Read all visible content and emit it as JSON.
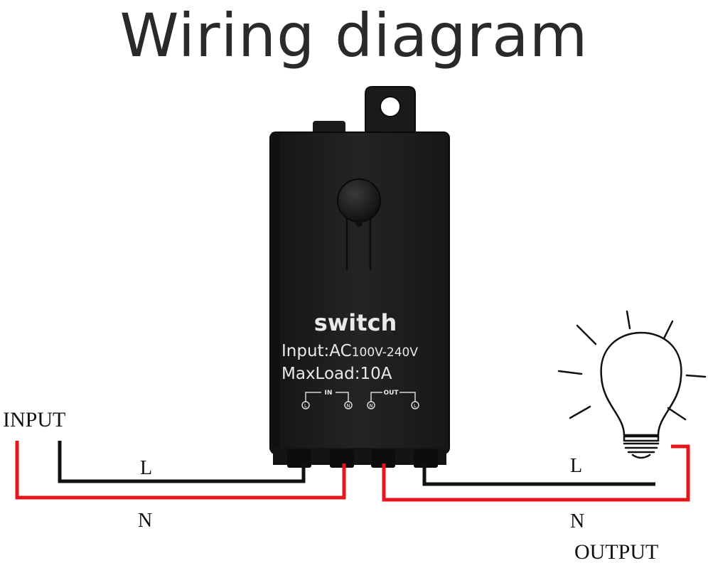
{
  "title": "Wiring diagram",
  "device": {
    "name": "switch",
    "input_prefix": "Input:AC",
    "input_range": "100V-240V",
    "max_load": "MaxLoad:10A",
    "group_in": "IN",
    "group_out": "OUT",
    "terminals": [
      "L",
      "N",
      "N",
      "L"
    ]
  },
  "labels": {
    "input": "INPUT",
    "output": "OUTPUT",
    "input_l": "L",
    "input_n": "N",
    "output_l": "L",
    "output_n": "N"
  },
  "colors": {
    "live_wire": "#111111",
    "neutral_wire": "#e8141c",
    "device_body": "#1c1c1c"
  },
  "icons": [
    "light-bulb-icon",
    "mounting-tab-icon",
    "push-button-icon"
  ]
}
